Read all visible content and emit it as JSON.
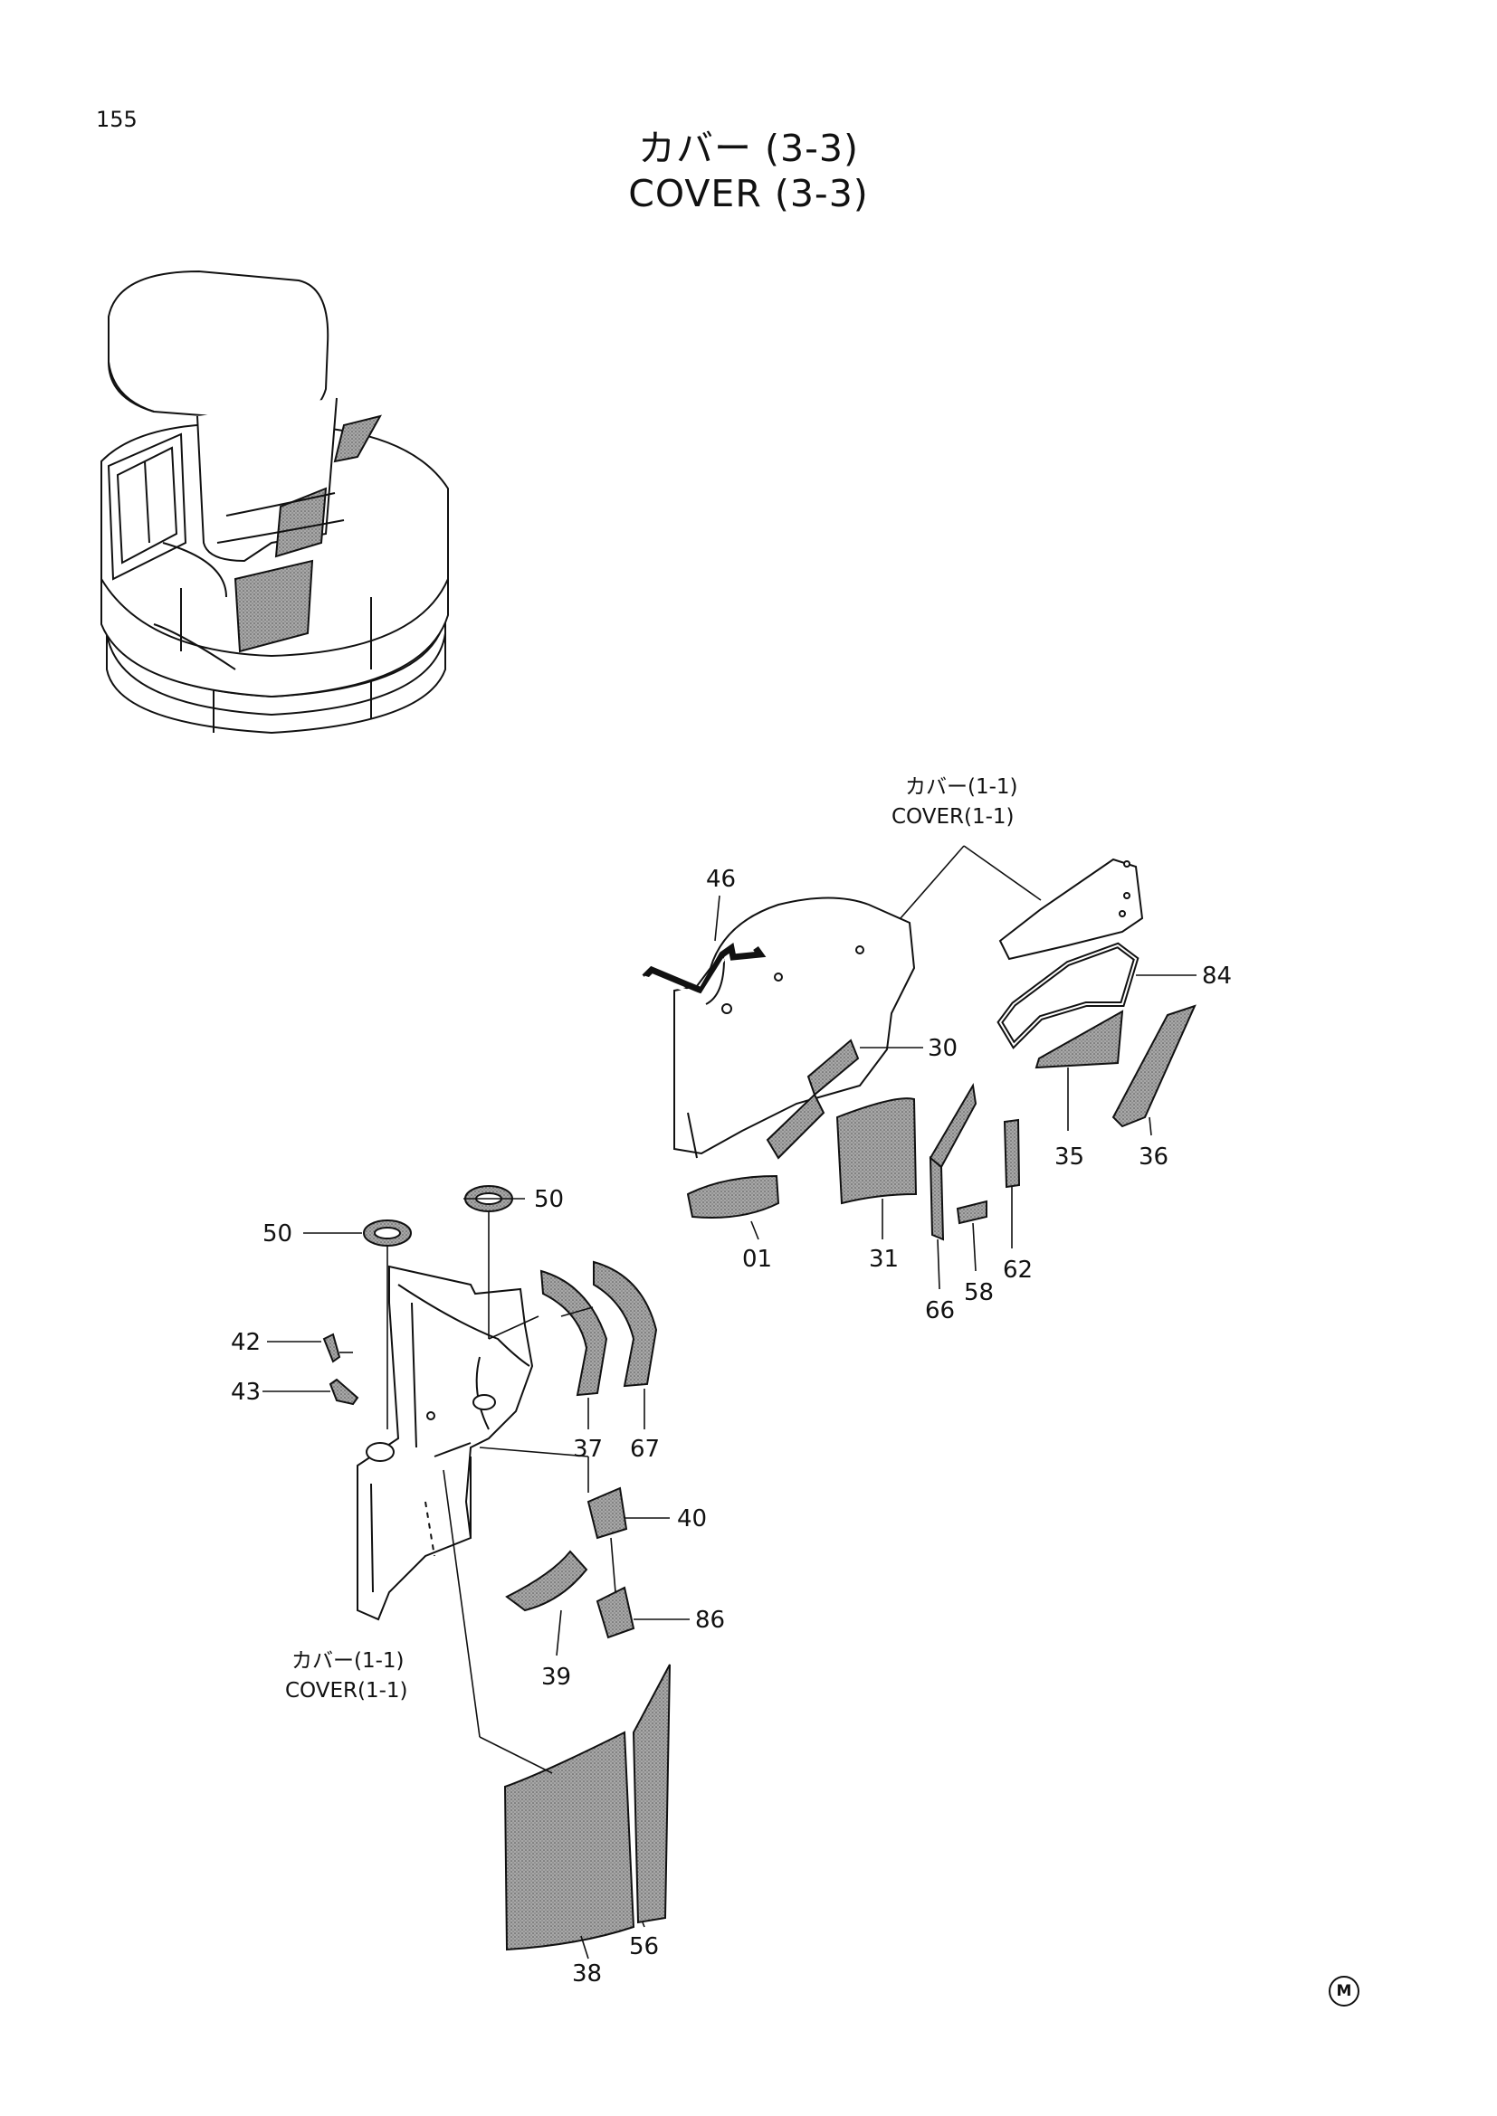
{
  "page_number": "155",
  "title_jp": "カバー (3-3)",
  "title_en": "COVER (3-3)",
  "ref_upper": {
    "jp": "カバー(1-1)",
    "en": "COVER(1-1)"
  },
  "ref_lower": {
    "jp": "カバー(1-1)",
    "en": "COVER(1-1)"
  },
  "callouts": {
    "p46": "46",
    "p84": "84",
    "p30": "30",
    "p35": "35",
    "p36": "36",
    "p01": "01",
    "p31": "31",
    "p66": "66",
    "p58": "58",
    "p62": "62",
    "p50a": "50",
    "p50b": "50",
    "p42": "42",
    "p43": "43",
    "p37": "37",
    "p67": "67",
    "p40": "40",
    "p86": "86",
    "p39": "39",
    "p38": "38",
    "p56": "56"
  },
  "mark": "M",
  "colors": {
    "line": "#111111",
    "part_fill": "#9a9a9a",
    "part_fill_light": "#c8c8c8"
  }
}
